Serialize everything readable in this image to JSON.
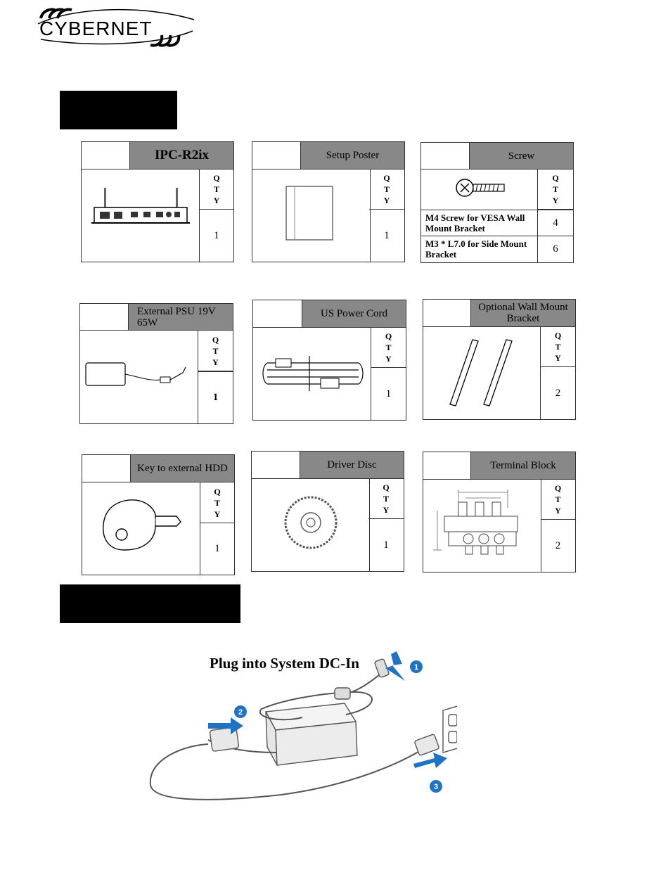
{
  "logo": {
    "text": "CYBERNET"
  },
  "sections": {
    "contents_bar_color": "#000000",
    "setup_bar_color": "#000000"
  },
  "qty_letters": [
    "Q",
    "T",
    "Y"
  ],
  "items": {
    "ipc": {
      "name": "IPC-R2ix",
      "qty": "1"
    },
    "poster": {
      "name": "Setup Poster",
      "qty": "1"
    },
    "screw": {
      "name": "Screw",
      "rows": [
        {
          "label": "M4 Screw for VESA Wall Mount Bracket",
          "qty": "4"
        },
        {
          "label": "M3 * L7.0 for Side Mount Bracket",
          "qty": "6"
        }
      ]
    },
    "psu": {
      "name": "External PSU 19V 65W",
      "qty": "1"
    },
    "cord": {
      "name": "US Power Cord",
      "qty": "1"
    },
    "bracket": {
      "name": "Optional Wall Mount Bracket",
      "qty": "2"
    },
    "key": {
      "name": "Key to external HDD",
      "qty": "1"
    },
    "disc": {
      "name": "Driver Disc",
      "qty": "1"
    },
    "terminal": {
      "name": "Terminal Block",
      "qty": "2"
    }
  },
  "setup": {
    "title": "Plug into System DC-In",
    "steps": [
      "1",
      "2",
      "3"
    ],
    "arrow_color": "#1f73c4"
  },
  "header_color": "#888888"
}
